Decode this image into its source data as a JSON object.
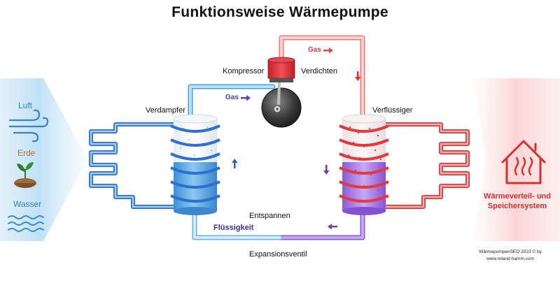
{
  "title": "Funktionsweise Wärmepumpe",
  "sources": {
    "luft": "Luft",
    "erde": "Erde",
    "wasser": "Wasser"
  },
  "components": {
    "verdampfer": "Verdampfer",
    "kompressor": "Kompressor",
    "verdichten": "Verdichten",
    "verfluessiger": "Verflüssiger",
    "entspannen": "Entspannen",
    "expansionsventil": "Expansionsventil"
  },
  "flow_labels": {
    "gas_hot": "Gas",
    "gas_cold": "Gas",
    "fluessigkeit": "Flüssigkeit"
  },
  "output": {
    "line1": "Wärmeverteil- und",
    "line2": "Speichersystem"
  },
  "credit": {
    "line1": "WärmepumpenSEO 2023 © by",
    "line2": "www.roland-hamm.com"
  },
  "colors": {
    "cold_blue": "#3a7ad8",
    "hot_red": "#e34848",
    "liquid_purple": "#8a4fd6",
    "accent_red": "#d72f2f"
  },
  "icons": [
    "wind-icon",
    "plant-soil-icon",
    "water-waves-icon",
    "house-heat-icon",
    "compressor-icon"
  ]
}
